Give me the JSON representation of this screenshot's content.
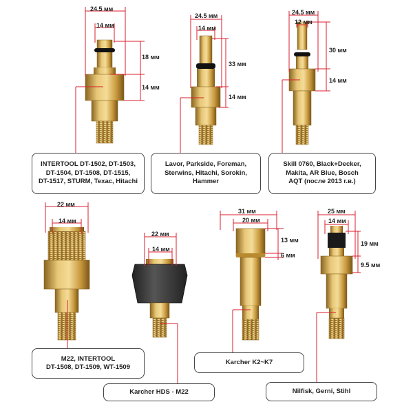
{
  "adapters": [
    {
      "id": "a1",
      "dims": [
        "24.5 мм",
        "14 мм",
        "18 мм",
        "14 мм"
      ],
      "label": [
        "INTERTOOL DT-1502, DT-1503,",
        "DT-1504, DT-1508, DT-1515,",
        "DT-1517, STURM, Texac, Hitachi"
      ]
    },
    {
      "id": "a2",
      "dims": [
        "24.5 мм",
        "14 мм",
        "33 мм",
        "14 мм"
      ],
      "label": [
        "Lavor, Parkside, Foreman,",
        "Sterwins, Hitachi, Sorokin,",
        "Hammer"
      ]
    },
    {
      "id": "a3",
      "dims": [
        "24.5 мм",
        "12 мм",
        "30 мм",
        "14 мм"
      ],
      "label": [
        "Skill 0760, Black+Decker,",
        "Makita, AR Blue, Bosch",
        "AQT (после 2013 г.в.)"
      ]
    },
    {
      "id": "a4",
      "dims": [
        "22 мм",
        "14 мм"
      ],
      "label": [
        "M22, INTERTOOL",
        "DT-1508, DT-1509, WT-1509"
      ]
    },
    {
      "id": "a5",
      "dims": [
        "22 мм",
        "14 мм"
      ],
      "label": [
        "Karcher HDS - M22"
      ]
    },
    {
      "id": "a6",
      "dims": [
        "31 мм",
        "20 мм",
        "13 мм",
        "6 мм"
      ],
      "label": [
        "Karcher K2~K7"
      ]
    },
    {
      "id": "a7",
      "dims": [
        "25 мм",
        "14 мм",
        "19 мм",
        "9.5 мм"
      ],
      "label": [
        "Nilfisk, Gerni, Stihl"
      ]
    }
  ],
  "colors": {
    "brass_light": "#e8c877",
    "brass_mid": "#c99a3e",
    "brass_dark": "#8a6420",
    "rubber": "#3b3b3b",
    "dim_line": "#d81e2c"
  }
}
